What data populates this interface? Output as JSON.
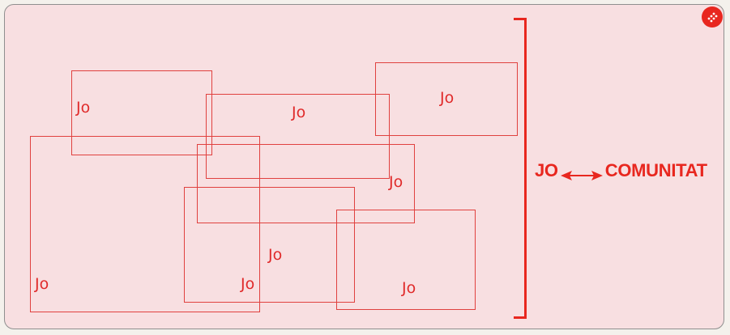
{
  "diagram": {
    "box_label": "Jo",
    "relation": {
      "left_term": "JO",
      "right_term": "COMUNITAT"
    }
  },
  "colors": {
    "accent": "#e8271f",
    "box_stroke": "#e0413f",
    "panel_background": "#f8dfe1"
  },
  "icons": {
    "badge": "corner-badge-icon",
    "arrow": "double-arrow-icon"
  }
}
